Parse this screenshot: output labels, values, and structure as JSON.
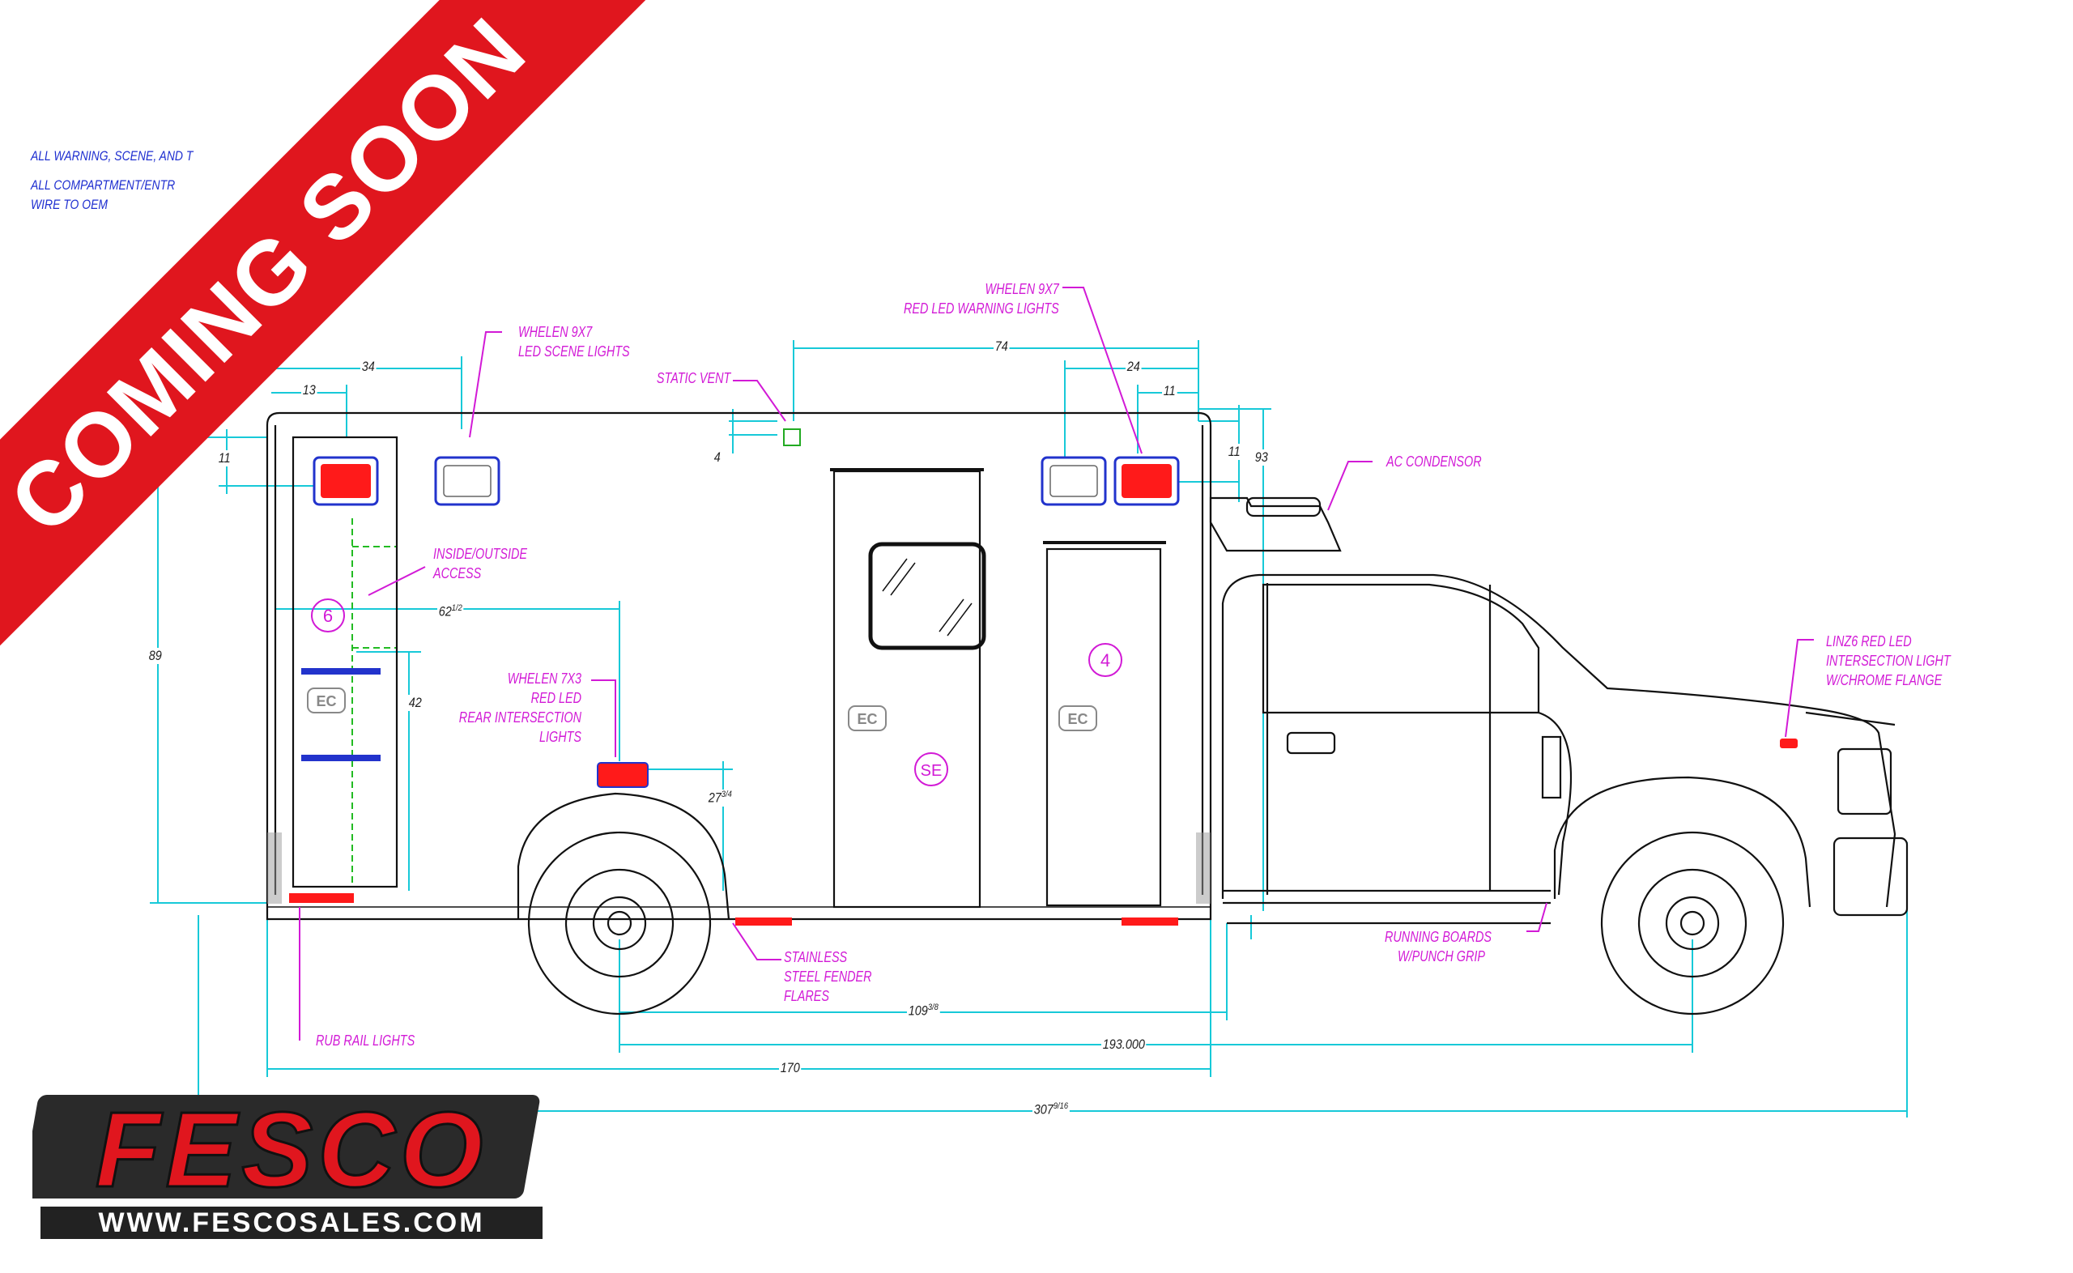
{
  "banner": {
    "text": "COMING SOON",
    "color": "#e0161e"
  },
  "notes": [
    "ALL WARNING, SCENE, AND T",
    "ALL COMPARTMENT/ENTR",
    "WIRE TO OEM"
  ],
  "callouts": {
    "scene_lights": [
      "WHELEN 9X7",
      "LED SCENE LIGHTS"
    ],
    "warning_lights": [
      "WHELEN 9X7",
      "RED LED WARNING LIGHTS"
    ],
    "static_vent": "STATIC VENT",
    "ac_condensor": "AC CONDENSOR",
    "inside_outside": [
      "INSIDE/OUTSIDE",
      "ACCESS"
    ],
    "rear_intersection": [
      "WHELEN 7X3",
      "RED LED",
      "REAR INTERSECTION",
      "LIGHTS"
    ],
    "linz6": [
      "LINZ6 RED LED",
      "INTERSECTION LIGHT",
      "W/CHROME FLANGE"
    ],
    "running_boards": [
      "RUNNING BOARDS",
      "W/PUNCH GRIP"
    ],
    "fender_flares": [
      "STAINLESS",
      "STEEL FENDER",
      "FLARES"
    ],
    "rub_rail": "RUB RAIL LIGHTS"
  },
  "dimensions": {
    "d34": "34",
    "d13": "13",
    "d11_left": "11",
    "d74": "74",
    "d24": "24",
    "d11_top": "11",
    "d11_right": "11",
    "d93": "93",
    "d4": "4",
    "d89": "89",
    "d62": "62",
    "d62_frac": "1/2",
    "d42": "42",
    "d27": "27",
    "d27_frac": "3/4",
    "d109": "109",
    "d109_frac": "3/8",
    "d193": "193.000",
    "d170": "170",
    "d307": "307",
    "d307_frac": "9/16"
  },
  "compartment_labels": {
    "c6": "6",
    "c4": "4",
    "se": "SE",
    "ec": "EC"
  },
  "logo": {
    "name": "FESCO",
    "url": "WWW.FESCOSALES.COM",
    "color": "#e0161e"
  },
  "colors": {
    "line": "#111111",
    "dimension": "#17c9d8",
    "callout": "#d21ad6",
    "note": "#1f2fd0",
    "warning_red": "#ff1a1a",
    "light_frame": "#2233cc"
  }
}
